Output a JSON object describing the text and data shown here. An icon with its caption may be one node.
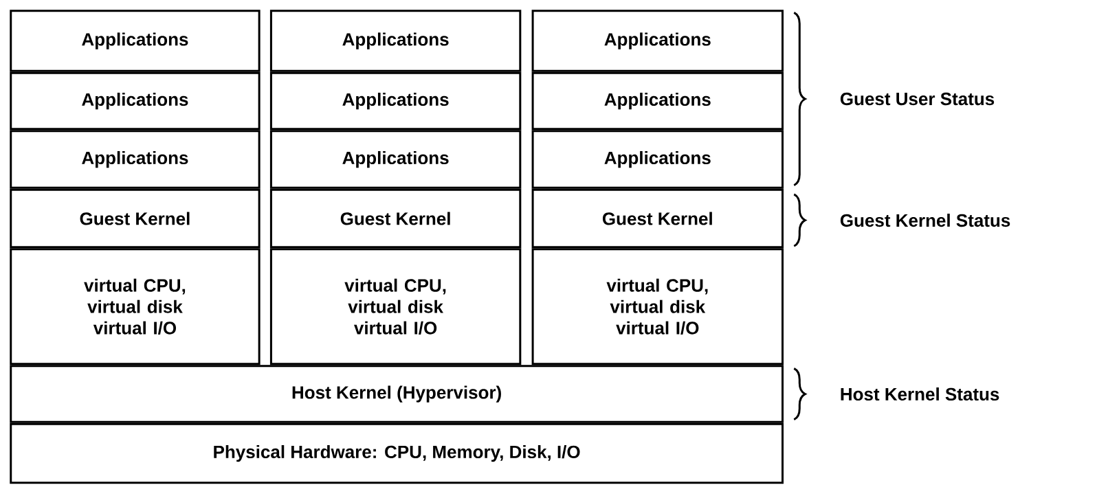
{
  "diagram": {
    "nodes": [
      {
        "text": [
          "Applications"
        ]
      },
      {
        "text": [
          "Applications"
        ]
      },
      {
        "text": [
          "Applications"
        ]
      },
      {
        "text": [
          "Applications"
        ]
      },
      {
        "text": [
          "Applications"
        ]
      },
      {
        "text": [
          "Applications"
        ]
      },
      {
        "text": [
          "Applications"
        ]
      },
      {
        "text": [
          "Applications"
        ]
      },
      {
        "text": [
          "Applications"
        ]
      },
      {
        "text": [
          "Guest Kernel"
        ]
      },
      {
        "text": [
          "Guest Kernel"
        ]
      },
      {
        "text": [
          "Guest Kernel"
        ]
      },
      {
        "text": [
          "virtual CPU, virtual disk virtual I/O"
        ]
      },
      {
        "text": [
          "virtual CPU, virtual disk virtual I/O"
        ]
      },
      {
        "text": [
          "virtual CPU, virtual disk virtual I/O"
        ]
      },
      {
        "text": [
          "Host Kernel (Hypervisor)"
        ]
      },
      {
        "text": [
          "Physical Hardware: CPU, Memory, Disk, I/O"
        ]
      }
    ],
    "labels": [
      "Guest User Status",
      "Guest Kernel Status",
      "Host Kernel Status"
    ]
  }
}
